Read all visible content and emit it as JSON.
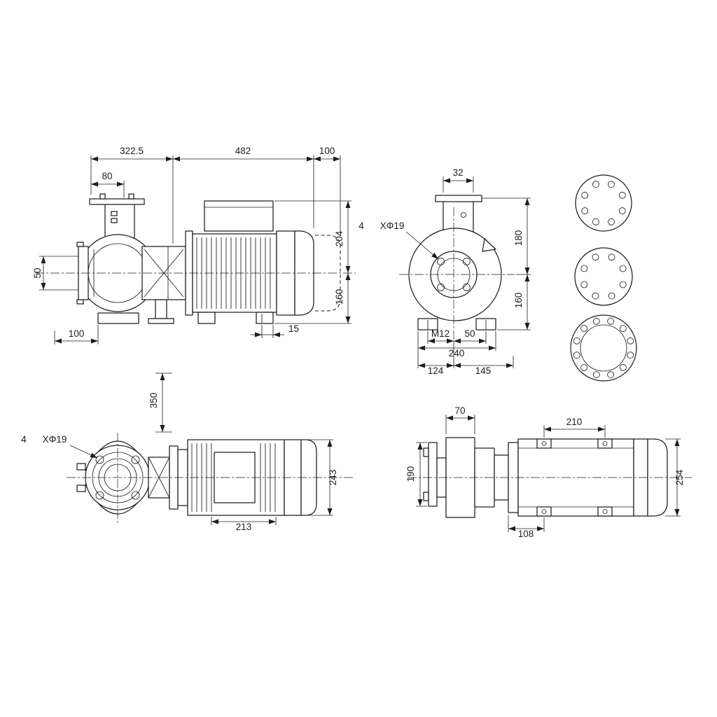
{
  "drawing": {
    "type": "pump-dimension-drawing",
    "background": "#ffffff",
    "line_color": "#1d1d1b",
    "views": {
      "side": {
        "dims": {
          "length_pump": "322.5",
          "length_motor": "482",
          "clearance": "100",
          "flange_width": "80",
          "suction_port": "50",
          "foot_offset": "100",
          "motor_foot": "15",
          "height_above_cl": "204",
          "height_below_cl": "160"
        }
      },
      "front": {
        "dims": {
          "port_width": "32",
          "bolt_count": "4",
          "bolt_size": "XΦ19",
          "flange_to_cl": "180",
          "cl_to_base": "160",
          "foot_thread": "M12",
          "foot_hole_offset": "50",
          "foot_span": "240",
          "cl_to_left": "124",
          "cl_to_right": "145"
        }
      },
      "top": {
        "dims": {
          "height": "350",
          "bolt_count": "4",
          "bolt_size": "XΦ19",
          "stator_length": "213",
          "motor_width": "243"
        }
      },
      "plan": {
        "dims": {
          "port_width": "70",
          "foot_spacing": "210",
          "flange_od": "190",
          "motor_width": "254",
          "foot_offset": "108"
        }
      }
    }
  }
}
